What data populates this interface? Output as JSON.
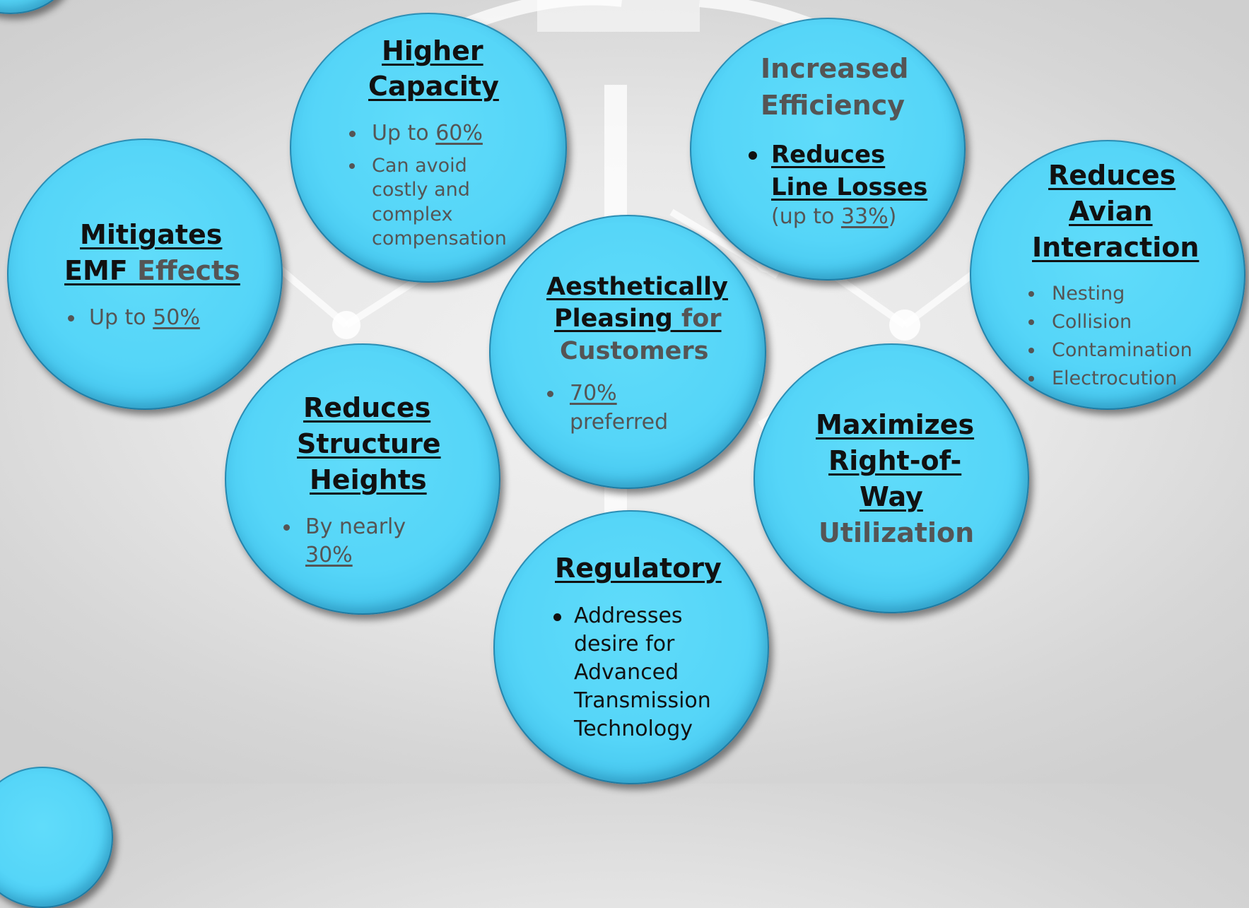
{
  "bubbles": {
    "capacity": {
      "title_lines": [
        "Higher",
        "Capacity"
      ],
      "bullet1_prefix": "Up to ",
      "bullet1_value": "60%",
      "bullet2_lines": [
        "Can avoid",
        "costly and",
        "complex",
        "compensation"
      ]
    },
    "efficiency": {
      "title_lines": [
        "Increased",
        "Efficiency"
      ],
      "bullet_lines": [
        "Reduces",
        "Line Losses"
      ],
      "note_prefix": "(up to ",
      "note_value": "33%",
      "note_suffix": ")"
    },
    "avian": {
      "title_lines": [
        "Reduces",
        "Avian",
        "Interaction"
      ],
      "bullets": [
        "Nesting",
        "Collision",
        "Contamination",
        "Electrocution"
      ]
    },
    "emf": {
      "title_line1": "Mitigates",
      "title_emf": "EMF ",
      "title_effects": "Effects",
      "bullet_prefix": "Up to ",
      "bullet_value": "50%"
    },
    "aesthetic": {
      "title_line1": "Aesthetically",
      "title_pleasing": "Pleasing ",
      "title_for": "for",
      "title_line3": "Customers",
      "bullet_value": "70%",
      "bullet_rest": "preferred"
    },
    "structure": {
      "title_lines": [
        "Reduces",
        "Structure",
        "Heights"
      ],
      "bullet_line1": "By nearly",
      "bullet_value": "30%"
    },
    "row": {
      "title_lines": [
        "Maximizes",
        "Right-of-",
        "Way"
      ],
      "title_last": "Utilization"
    },
    "regulatory": {
      "title": "Regulatory",
      "bullet_lines": [
        "Addresses",
        "desire for",
        "Advanced",
        "Transmission",
        "Technology"
      ]
    }
  },
  "colors": {
    "bubble": "#55d5f8",
    "heading": "#111111",
    "muted_text": "#555555",
    "background": "#e8e8e8"
  }
}
